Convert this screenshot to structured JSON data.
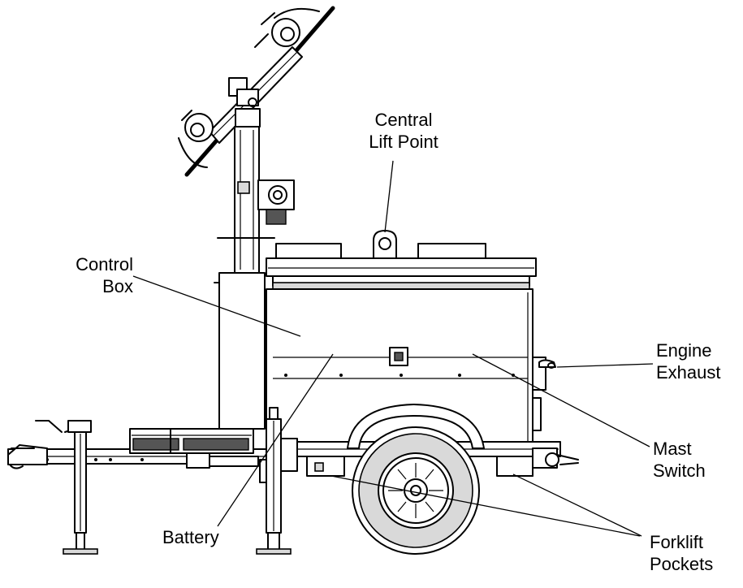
{
  "labels": {
    "central_lift_point": {
      "line1": "Central",
      "line2": "Lift Point"
    },
    "control_box": {
      "line1": "Control",
      "line2": "Box"
    },
    "engine_exhaust": {
      "line1": "Engine",
      "line2": "Exhaust"
    },
    "mast_switch": {
      "line1": "Mast",
      "line2": "Switch"
    },
    "battery": {
      "line1": "Battery"
    },
    "forklift_pockets": {
      "line1": "Forklift",
      "line2": "Pockets"
    }
  }
}
